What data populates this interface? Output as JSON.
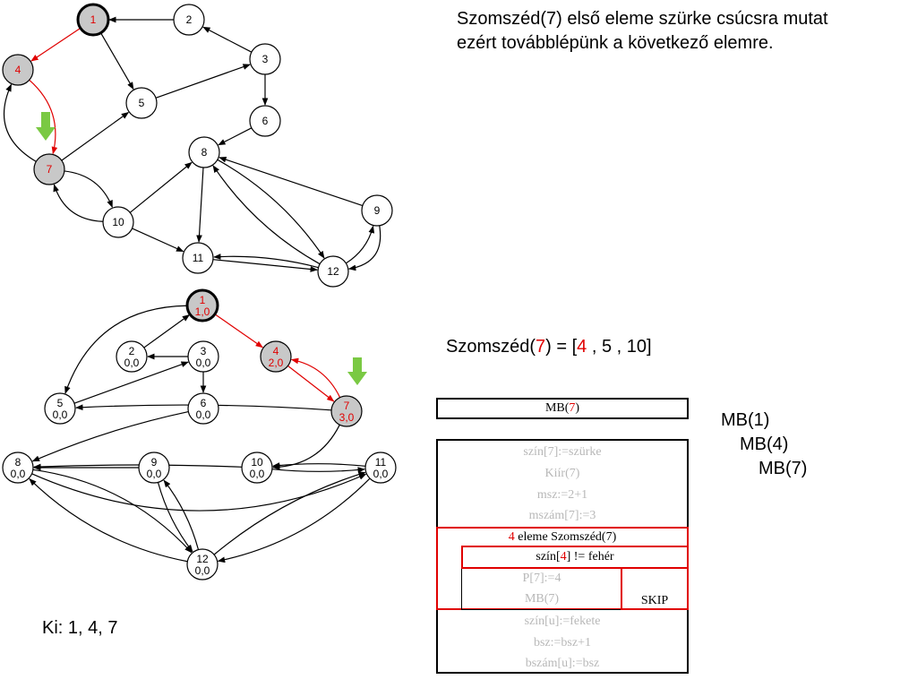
{
  "note": {
    "line1": "Szomszéd(7) első eleme szürke csúcsra mutat",
    "line2": "ezért továbblépünk a következő elemre."
  },
  "neighbors": {
    "prefix": "Szomszéd(",
    "node": "7",
    "mid": ") = [",
    "first": "4",
    "rest": " , 5 , 10]"
  },
  "call_box": {
    "prefix": "MB(",
    "node": "7",
    "suffix": ")"
  },
  "call_stack": [
    "MB(1)",
    "MB(4)",
    "MB(7)"
  ],
  "output": "Ki: 1, 4, 7",
  "algorithm": {
    "top_lines": [
      "szín[7]:=szürke",
      "Kiír(7)",
      "msz:=2+1",
      "mszám[7]:=3"
    ],
    "loop_head_num": "4",
    "loop_head_text": " eleme Szomszéd(7)",
    "cond_prefix": "szín[",
    "cond_num": "4",
    "cond_suffix": "] != fehér",
    "then_lines": [
      "P[7]:=4",
      "MB(7)"
    ],
    "else_label": "SKIP",
    "bottom_lines": [
      "szín[u]:=fekete",
      "bsz:=bsz+1",
      "bszám[u]:=bsz"
    ]
  },
  "colors": {
    "accent": "#e00000",
    "arrow_green": "#7ac943",
    "visited_fill": "#c8c8c8",
    "inactive_text": "#b8b8b8"
  },
  "graph_top": {
    "nodes": [
      {
        "id": "1",
        "state": "current"
      },
      {
        "id": "2",
        "state": "white"
      },
      {
        "id": "3",
        "state": "white"
      },
      {
        "id": "4",
        "state": "gray"
      },
      {
        "id": "5",
        "state": "white"
      },
      {
        "id": "6",
        "state": "white"
      },
      {
        "id": "7",
        "state": "gray"
      },
      {
        "id": "8",
        "state": "white"
      },
      {
        "id": "9",
        "state": "white"
      },
      {
        "id": "10",
        "state": "white"
      },
      {
        "id": "11",
        "state": "white"
      },
      {
        "id": "12",
        "state": "white"
      }
    ]
  },
  "graph_bottom": {
    "nodes": [
      {
        "id": "1",
        "values": "1,0",
        "state": "current"
      },
      {
        "id": "2",
        "values": "0,0",
        "state": "white"
      },
      {
        "id": "3",
        "values": "0,0",
        "state": "white"
      },
      {
        "id": "4",
        "values": "2,0",
        "state": "gray"
      },
      {
        "id": "5",
        "values": "0,0",
        "state": "white"
      },
      {
        "id": "6",
        "values": "0,0",
        "state": "white"
      },
      {
        "id": "7",
        "values": "3,0",
        "state": "gray"
      },
      {
        "id": "8",
        "values": "0,0",
        "state": "white"
      },
      {
        "id": "9",
        "values": "0,0",
        "state": "white"
      },
      {
        "id": "10",
        "values": "0,0",
        "state": "white"
      },
      {
        "id": "11",
        "values": "0,0",
        "state": "white"
      },
      {
        "id": "12",
        "values": "0,0",
        "state": "white"
      }
    ]
  }
}
